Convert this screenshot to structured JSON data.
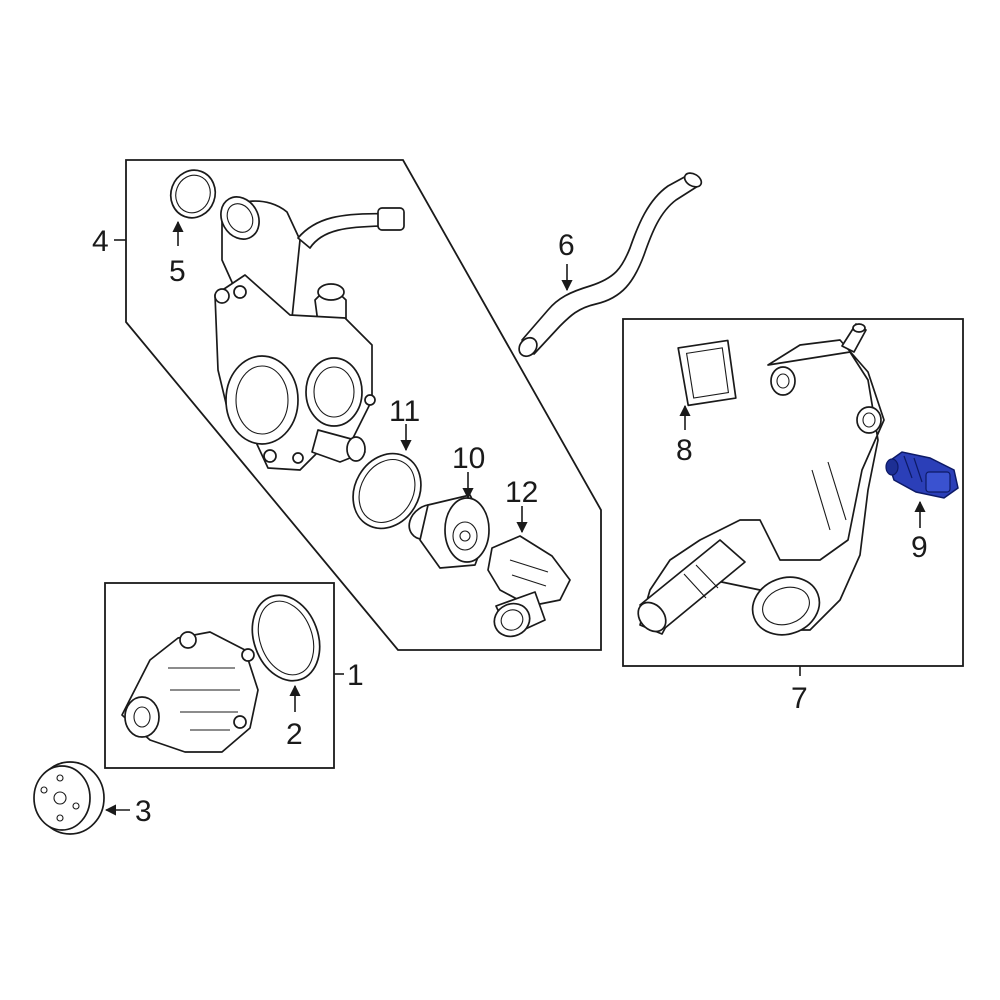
{
  "callouts": {
    "c1": "1",
    "c2": "2",
    "c3": "3",
    "c4": "4",
    "c5": "5",
    "c6": "6",
    "c7": "7",
    "c8": "8",
    "c9": "9",
    "c10": "10",
    "c11": "11",
    "c12": "12"
  },
  "colors": {
    "linework": "#1a1a1a",
    "highlight_fill": "#2b3fb8",
    "highlight_stroke": "#0d1a66"
  }
}
